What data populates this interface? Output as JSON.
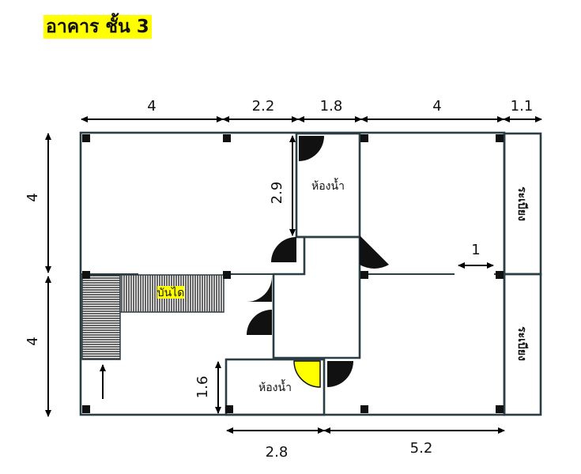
{
  "title": "อาคาร ชั้น 3",
  "dimensions": {
    "top": [
      "4",
      "2.2",
      "1.8",
      "4",
      "1.1"
    ],
    "left": [
      "4",
      "4"
    ],
    "bottom": [
      "2.8",
      "5.2"
    ],
    "bathroom_upper": "2.9",
    "bathroom_lower": "1.6",
    "inner_gap": "1"
  },
  "rooms": {
    "bathroom_upper": "ห้องน้ำ",
    "bathroom_lower": "ห้องน้ำ",
    "stairs": "บันได",
    "balcony_upper": "ระเบียง",
    "balcony_lower": "ระเบียง"
  },
  "colors": {
    "title_bg": "#ffff00",
    "stair_label_bg": "#ffff00",
    "door_highlight": "#ffff00",
    "wall": "#2b3d45"
  }
}
